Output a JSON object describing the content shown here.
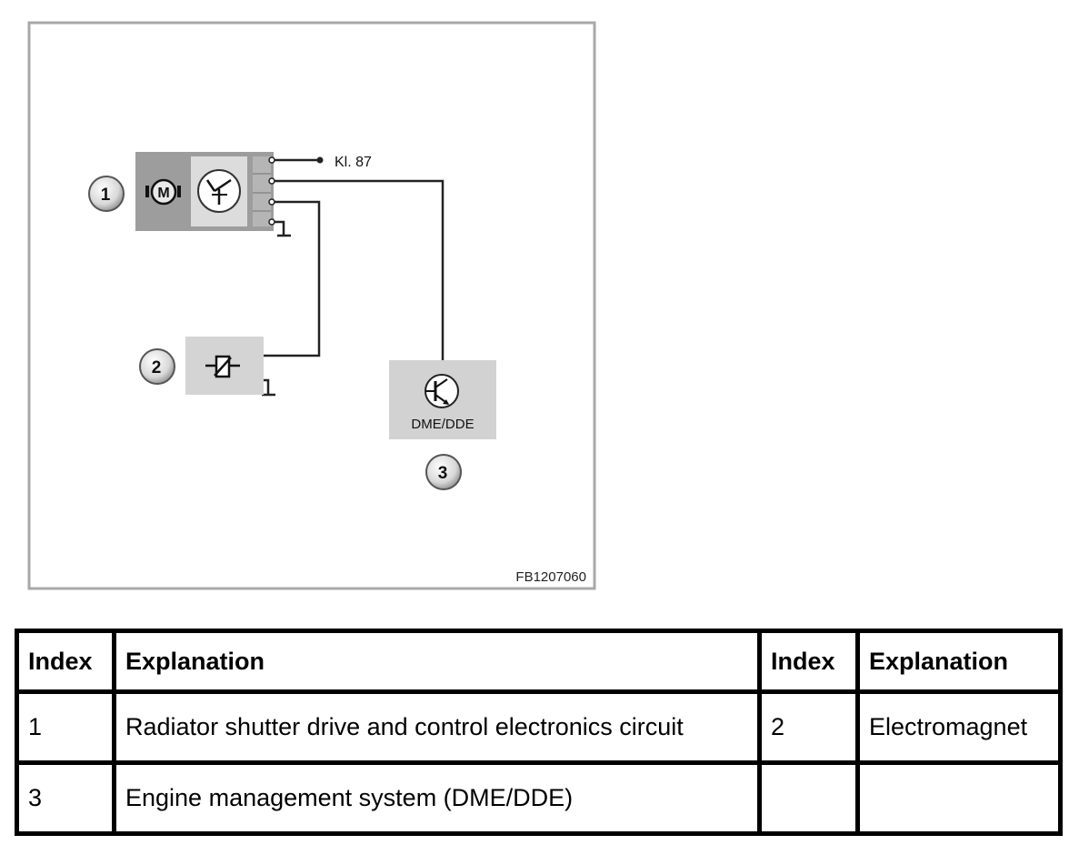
{
  "diagram": {
    "terminal_label": "Kl. 87",
    "motor_symbol": "M",
    "ecu_label": "DME/DDE",
    "figure_code": "FB1207060",
    "callouts": [
      "1",
      "2",
      "3"
    ]
  },
  "legend": {
    "headers": [
      "Index",
      "Explanation",
      "Index",
      "Explanation"
    ],
    "rows": [
      [
        "1",
        "Radiator shutter drive and control electronics circuit",
        "2",
        "Electromagnet"
      ],
      [
        "3",
        "Engine management system (DME/DDE)",
        "",
        ""
      ]
    ]
  }
}
